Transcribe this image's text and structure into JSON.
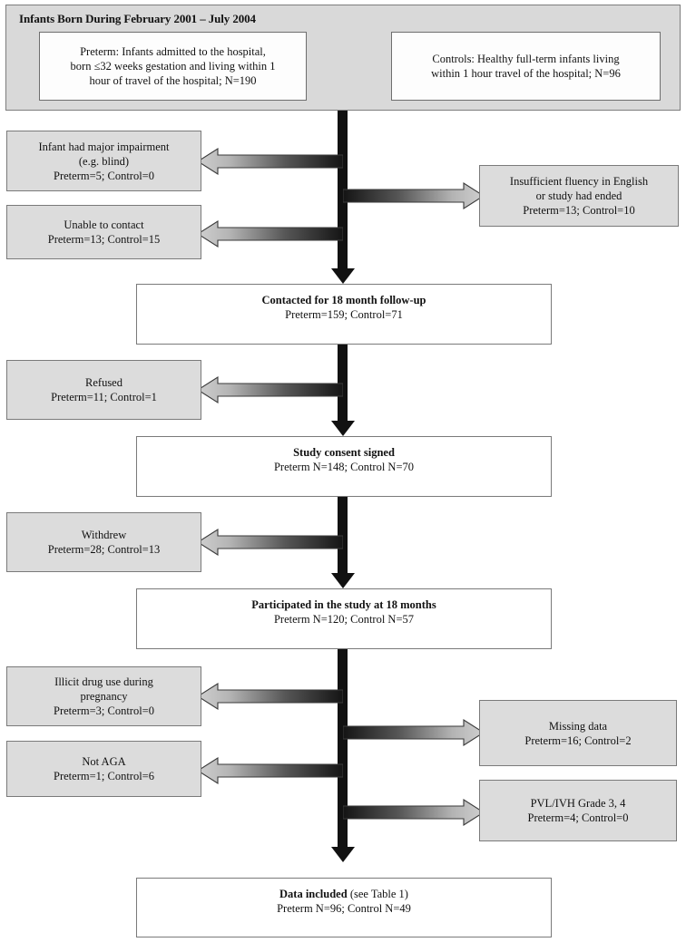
{
  "header": {
    "title": "Infants Born During February 2001 – July 2004",
    "preterm_box": {
      "line1": "Preterm: Infants admitted to the hospital,",
      "line2": "born ≤32 weeks gestation and living within 1",
      "line3": "hour of travel of the hospital; N=190"
    },
    "control_box": {
      "line1": "Controls: Healthy full-term infants living",
      "line2": "within 1 hour travel of the hospital; N=96"
    }
  },
  "stages": [
    {
      "id": "contacted",
      "title": "Contacted for 18 month follow-up",
      "counts": "Preterm=159; Control=71"
    },
    {
      "id": "consent",
      "title": "Study consent signed",
      "counts": "Preterm N=148; Control N=70"
    },
    {
      "id": "participated",
      "title": "Participated in the study at 18 months",
      "counts": "Preterm N=120; Control N=57"
    },
    {
      "id": "included",
      "title": "Data included",
      "title_suffix": " (see Table 1)",
      "counts": "Preterm N=96; Control N=49"
    }
  ],
  "exclusions_left": [
    {
      "id": "major-impairment",
      "line1": "Infant had major impairment",
      "line2": "(e.g. blind)",
      "line3": "Preterm=5; Control=0"
    },
    {
      "id": "unable-to-contact",
      "line1": "Unable to contact",
      "line2": "Preterm=13; Control=15"
    },
    {
      "id": "refused",
      "line1": "Refused",
      "line2": "Preterm=11; Control=1"
    },
    {
      "id": "withdrew",
      "line1": "Withdrew",
      "line2": "Preterm=28; Control=13"
    },
    {
      "id": "illicit-drug-use",
      "line1": "Illicit drug use during",
      "line2": "pregnancy",
      "line3": "Preterm=3; Control=0"
    },
    {
      "id": "not-aga",
      "line1": "Not AGA",
      "line2": "Preterm=1; Control=6"
    }
  ],
  "exclusions_right": [
    {
      "id": "insufficient-fluency",
      "line1": "Insufficient fluency in English",
      "line2": "or study had ended",
      "line3": "Preterm=13; Control=10"
    },
    {
      "id": "missing-data",
      "line1": "Missing data",
      "line2": "Preterm=16; Control=2"
    },
    {
      "id": "pvl-ivh",
      "line1": "PVL/IVH Grade 3, 4",
      "line2": "Preterm=4; Control=0"
    }
  ],
  "colors": {
    "grey_fill": "#dcdcdc",
    "grey_border": "#7a7a7a",
    "header_fill": "#d9d9d9",
    "trunk": "#111111",
    "arrow_dark": "#1a1a1a",
    "arrow_light": "#c9c9c9"
  }
}
